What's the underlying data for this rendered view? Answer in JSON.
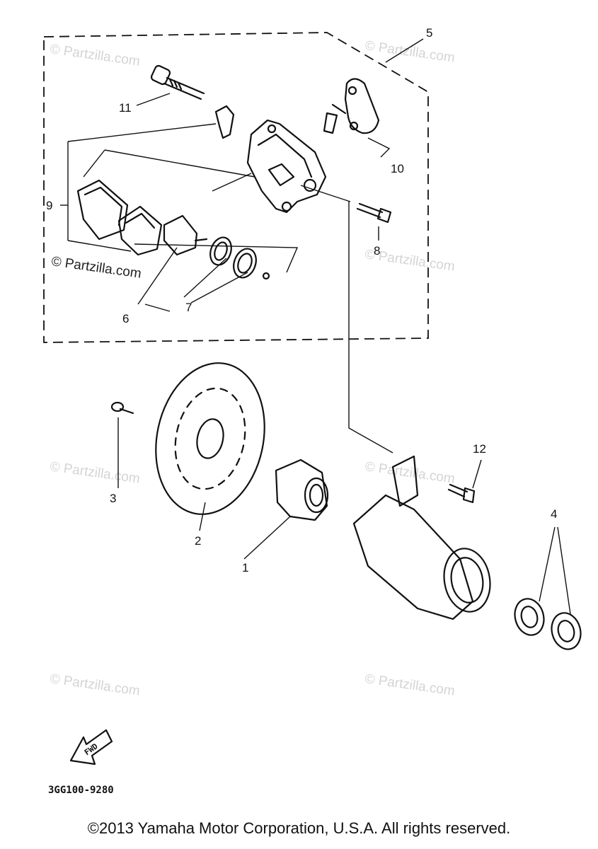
{
  "diagram": {
    "callouts": [
      {
        "id": "1",
        "label": "1"
      },
      {
        "id": "2",
        "label": "2"
      },
      {
        "id": "3",
        "label": "3"
      },
      {
        "id": "4",
        "label": "4"
      },
      {
        "id": "5",
        "label": "5"
      },
      {
        "id": "6",
        "label": "6"
      },
      {
        "id": "7",
        "label": "7"
      },
      {
        "id": "8",
        "label": "8"
      },
      {
        "id": "9",
        "label": "9"
      },
      {
        "id": "10",
        "label": "10"
      },
      {
        "id": "11",
        "label": "11"
      },
      {
        "id": "12",
        "label": "12"
      }
    ],
    "fwd_label": "FWD",
    "diagram_code": "3GG100-9280",
    "watermark": "© Partzilla.com"
  },
  "footer": {
    "copyright": "©2013 Yamaha Motor Corporation, U.S.A. All rights reserved."
  }
}
